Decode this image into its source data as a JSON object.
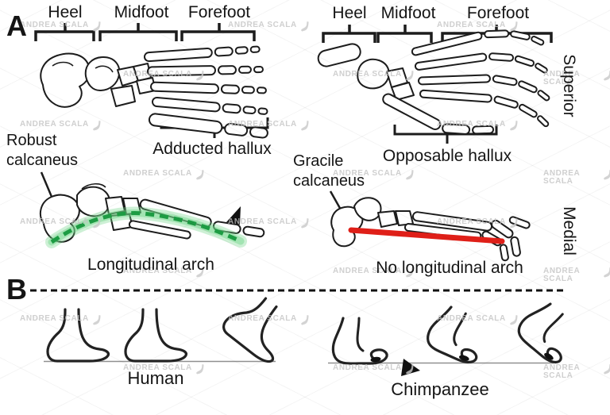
{
  "panels": {
    "a": "A",
    "b": "B"
  },
  "human_foot": {
    "regions": [
      "Heel",
      "Midfoot",
      "Forefoot"
    ],
    "hallux_caption": "Adducted hallux",
    "calcaneus_line1": "Robust",
    "calcaneus_line2": "calcaneus",
    "arch_caption": "Longitudinal arch",
    "gait_caption": "Human"
  },
  "chimp_foot": {
    "regions": [
      "Heel",
      "Midfoot",
      "Forefoot"
    ],
    "hallux_caption": "Opposable hallux",
    "calcaneus_line1": "Gracile",
    "calcaneus_line2": "calcaneus",
    "arch_caption": "No longitudinal arch",
    "gait_caption": "Chimpanzee"
  },
  "views": {
    "superior": "Superior",
    "medial": "Medial"
  },
  "watermark": {
    "text": "ANDREA SCALA"
  },
  "colors": {
    "arch_green": "#1d9c43",
    "arch_glow": "#6fd488",
    "no_arch_red": "#df1f18",
    "ink": "#1c1c1c"
  }
}
